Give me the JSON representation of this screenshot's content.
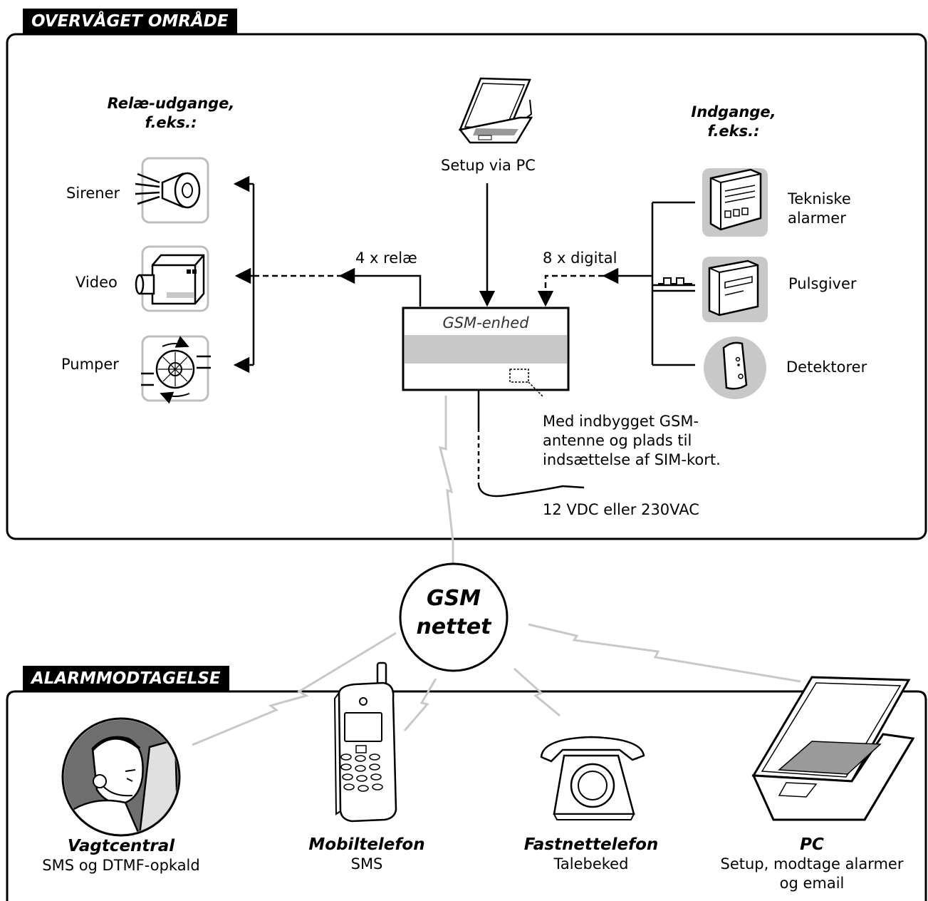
{
  "monitored": {
    "title": "OVERVÅGET OMRÅDE",
    "relay_heading_line1": "Relæ-udgange,",
    "relay_heading_line2": "f.eks.:",
    "relay_outputs": [
      "Sirener",
      "Video",
      "Pumper"
    ],
    "setup_label": "Setup via PC",
    "relay_count_label": "4 x relæ",
    "digital_count_label": "8 x digital",
    "unit_label": "GSM-enhed",
    "input_heading_line1": "Indgange,",
    "input_heading_line2": "f.eks.:",
    "inputs": {
      "technical_line1": "Tekniske",
      "technical_line2": "alarmer",
      "pulse": "Pulsgiver",
      "detectors": "Detektorer"
    },
    "antenna_note_line1": "Med indbygget GSM-",
    "antenna_note_line2": "antenne og plads til",
    "antenna_note_line3": "indsættelse af SIM-kort.",
    "power_label": "12 VDC eller 230VAC"
  },
  "network": {
    "line1": "GSM",
    "line2": "nettet"
  },
  "receiving": {
    "title": "ALARMMODTAGELSE",
    "receivers": [
      {
        "name": "Vagtcentral",
        "desc1": "SMS og DTMF-opkald"
      },
      {
        "name": "Mobiltelefon",
        "desc1": "SMS"
      },
      {
        "name": "Fastnettelefon",
        "desc1": "Talebeked"
      },
      {
        "name": "PC",
        "desc1": "Setup, modtage alarmer",
        "desc2": "og email"
      }
    ]
  },
  "colors": {
    "ink": "#000000",
    "gray": "#c8c8c8",
    "dark_gray": "#9a9a9a",
    "tile": "#d9d9d9"
  }
}
